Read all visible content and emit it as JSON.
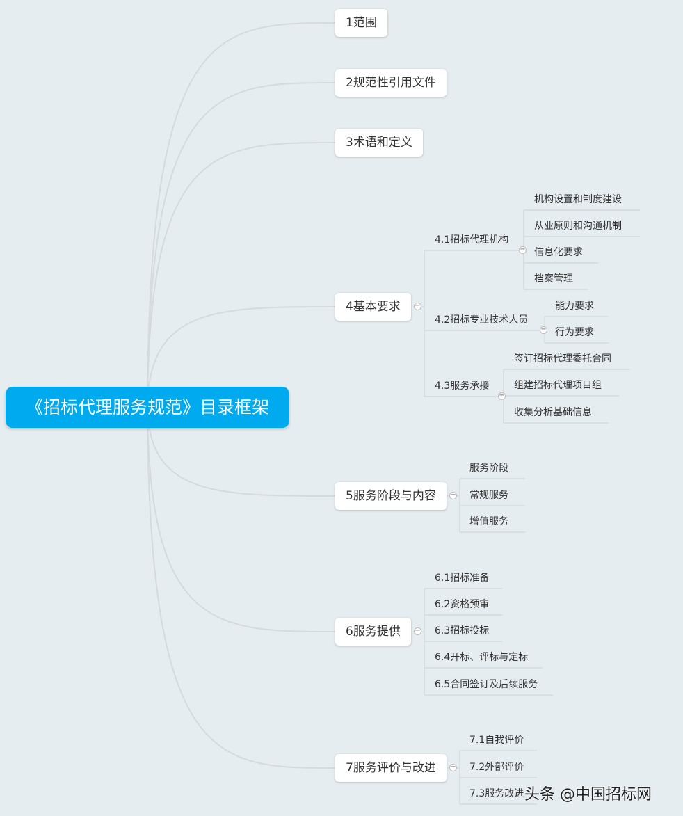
{
  "central": "《招标代理服务规范》目录框架",
  "branches": [
    {
      "label": "1范围"
    },
    {
      "label": "2规范性引用文件"
    },
    {
      "label": "3术语和定义"
    },
    {
      "label": "4基本要求",
      "children": [
        {
          "label": "4.1招标代理机构",
          "children": [
            "机构设置和制度建设",
            "从业原则和沟通机制",
            "信息化要求",
            "档案管理"
          ]
        },
        {
          "label": "4.2招标专业技术人员",
          "children": [
            "能力要求",
            "行为要求"
          ]
        },
        {
          "label": "4.3服务承接",
          "children": [
            "签订招标代理委托合同",
            "组建招标代理项目组",
            "收集分析基础信息"
          ]
        }
      ]
    },
    {
      "label": "5服务阶段与内容",
      "children": [
        "服务阶段",
        "常规服务",
        "增值服务"
      ]
    },
    {
      "label": "6服务提供",
      "children": [
        "6.1招标准备",
        "6.2资格预审",
        "6.3招标投标",
        "6.4开标、评标与定标",
        "6.5合同签订及后续服务"
      ]
    },
    {
      "label": "7服务评价与改进",
      "children": [
        "7.1自我评价",
        "7.2外部评价",
        "7.3服务改进"
      ]
    }
  ],
  "toggle_symbol": "−",
  "watermark": "头条 @中国招标网",
  "colors": {
    "central_bg": "#00aaee",
    "background": "#e6edf1",
    "line": "#d4dadd"
  }
}
